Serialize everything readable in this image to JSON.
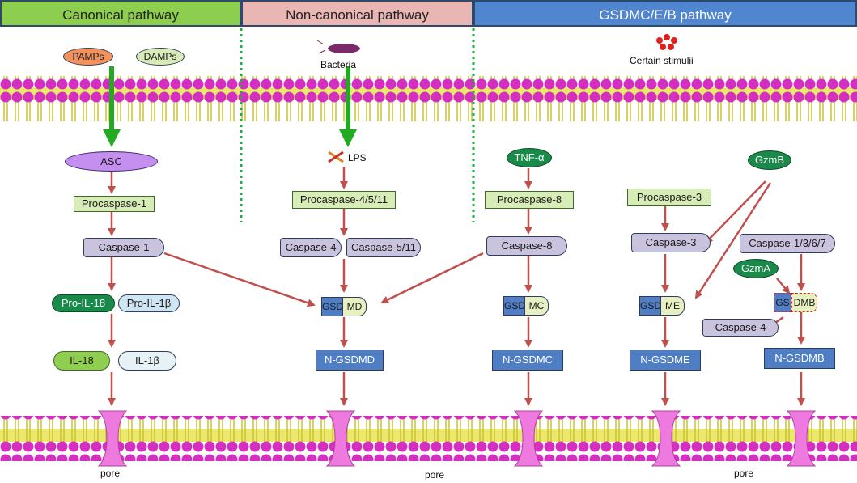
{
  "headers": {
    "canonical": "Canonical pathway",
    "noncanonical": "Non-canonical pathway",
    "gsdm": "GSDMC/E/B pathway"
  },
  "canonical": {
    "pamps": "PAMPs",
    "damps": "DAMPs",
    "asc": "ASC",
    "procaspase1": "Procaspase-1",
    "caspase1": "Caspase-1",
    "pro_il18": "Pro-IL-18",
    "pro_il1b": "Pro-IL-1β",
    "il18": "IL-18",
    "il1b": "IL-1β"
  },
  "noncanonical": {
    "bacteria": "Bacteria",
    "lps": "LPS",
    "procaspase": "Procaspase-4/5/11",
    "caspase4": "Caspase-4",
    "caspase511": "Caspase-5/11",
    "gsdmd_left": "GSD",
    "gsdmd_right": "MD",
    "ngsdmd": "N-GSDMD"
  },
  "gsdmc": {
    "tnf": "TNF-α",
    "procaspase8": "Procaspase-8",
    "caspase8": "Caspase-8",
    "gsdmc_left": "GSD",
    "gsdmc_right": "MC",
    "ngsdmc": "N-GSDMC"
  },
  "gsdme": {
    "stimuli": "Certain stimulii",
    "procaspase3": "Procaspase-3",
    "caspase3": "Caspase-3",
    "gsdme_left": "GSD",
    "gsdme_right": "ME",
    "ngsdme": "N-GSDME"
  },
  "gsdmb": {
    "gzmb": "GzmB",
    "caspase1367": "Caspase-1/3/6/7",
    "gzma": "GzmA",
    "gsdmb_left": "GS",
    "gsdmb_right": "DMB",
    "caspase4": "Caspase-4",
    "ngsdmb": "N-GSDMB"
  },
  "pores": {
    "label1": "pore",
    "label2": "pore",
    "label3": "pore"
  },
  "colors": {
    "membrane_head": "#d42fc0",
    "membrane_tail": "#e8e43a",
    "arrow": "#c0504d",
    "green_arrow": "#22aa22",
    "pore": "#ee7ae0"
  }
}
